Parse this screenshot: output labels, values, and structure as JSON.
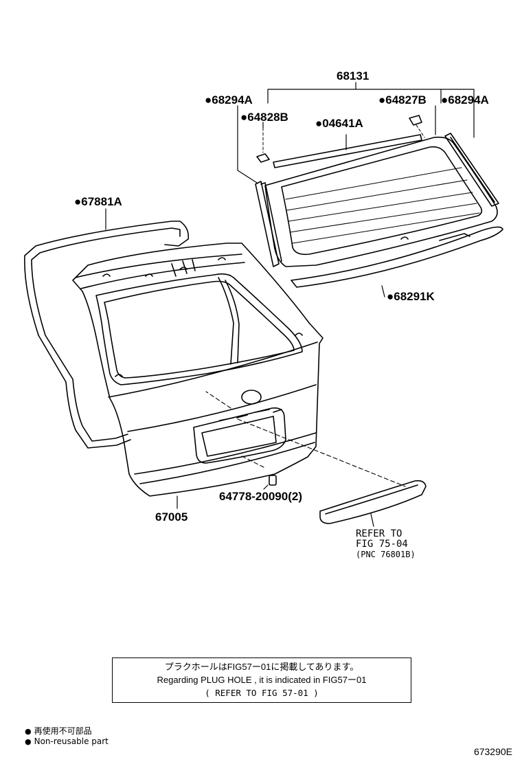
{
  "parts": {
    "p68131": "68131",
    "p68294A_left": "●68294A",
    "p64828B": "●64828B",
    "p64827B": "●64827B",
    "p68294A_right": "●68294A",
    "p04641A": "●04641A",
    "p67881A": "●67881A",
    "p68291K": "●68291K",
    "p67005": "67005",
    "p64778": "64778-20090(2)"
  },
  "refer": {
    "line1": "REFER TO",
    "line2": "FIG 75-04",
    "line3": "(PNC 76801B)"
  },
  "note": {
    "line1": "プラクホールはFIG57ー01に掲載してあります。",
    "line2": "Regarding PLUG HOLE , it is indicated in FIG57ー01",
    "line3": "( REFER TO FIG 57-01 )"
  },
  "legend": {
    "bullet": "●",
    "jp": "再使用不可部品",
    "en": "Non-reusable part"
  },
  "figure_code": "673290E",
  "colors": {
    "ink": "#000000",
    "paper": "#ffffff"
  }
}
